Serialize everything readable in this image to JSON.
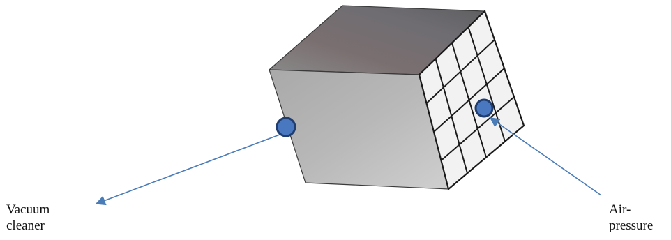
{
  "labels": {
    "left": {
      "line1": "Vacuum",
      "line2": "cleaner"
    },
    "right": {
      "line1": "Air-",
      "line2": "pressure"
    }
  },
  "colors": {
    "port_fill": "#4a78c0",
    "port_stroke": "#1f3d6e",
    "arrow": "#4a7cb8",
    "grid_line": "#1a1a1a",
    "cell_fill": "#f2f2f2"
  },
  "grid": {
    "rows": 4,
    "cols": 4
  }
}
